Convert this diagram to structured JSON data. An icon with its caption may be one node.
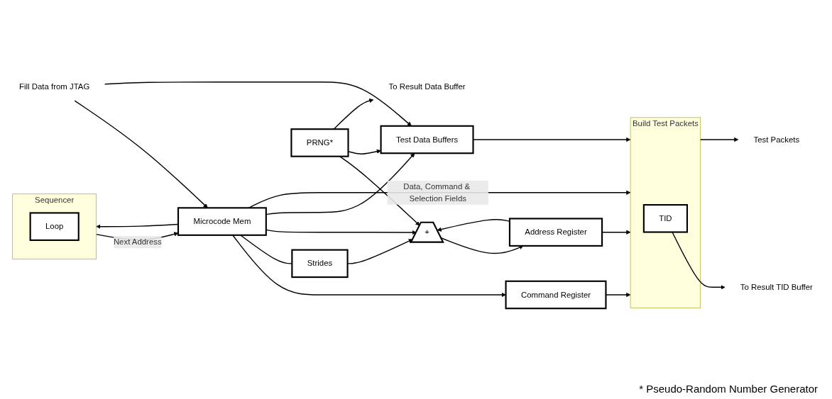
{
  "diagram": {
    "nodes": [
      {
        "text": [
          "Sequencer"
        ]
      },
      {
        "text": [
          "Loop"
        ],
        "in": 0
      },
      {
        "text": [
          "Microcode Mem"
        ]
      },
      {
        "text": [
          "Command Register"
        ]
      },
      {
        "text": [
          "Strides"
        ]
      },
      {
        "text": [
          "+"
        ]
      },
      {
        "text": [
          "Address Register"
        ]
      },
      {
        "text": [
          "Build Test Packets"
        ]
      },
      {
        "text": [
          "TID"
        ],
        "in": 7
      },
      {
        "text": [
          "Test Data Buffers"
        ]
      },
      {
        "text": [
          "PRNG*"
        ]
      },
      {
        "text": [
          "Test Packets"
        ]
      },
      {
        "text": [
          "To Result TID Buffer"
        ]
      },
      {
        "text": [
          "Fill Data from JTAG"
        ]
      },
      {
        "text": [
          "To Result Data Buffer"
        ]
      }
    ],
    "edges": [
      {
        "from": 0,
        "to": 2,
        "arrow": "to",
        "label": "Next Address"
      },
      {
        "from": 2,
        "to": 0,
        "arrow": "to"
      },
      {
        "from": 2,
        "to": 7,
        "arrow": "to",
        "label": "Data, Command & Selection Fields"
      },
      {
        "from": 2,
        "to": 3,
        "arrow": "to"
      },
      {
        "from": 3,
        "to": 7,
        "arrow": "to"
      },
      {
        "from": 2,
        "to": 4,
        "arrow": "none"
      },
      {
        "from": 4,
        "to": 5,
        "arrow": "to"
      },
      {
        "from": 2,
        "to": 5,
        "arrow": "to"
      },
      {
        "from": 2,
        "to": 9,
        "arrow": "to"
      },
      {
        "from": 5,
        "to": 6,
        "arrow": "to"
      },
      {
        "from": 6,
        "to": 5,
        "arrow": "to"
      },
      {
        "from": 6,
        "to": 7,
        "arrow": "to"
      },
      {
        "from": 10,
        "to": 5,
        "arrow": "to"
      },
      {
        "from": 10,
        "to": 9,
        "arrow": "to"
      },
      {
        "from": 10,
        "to": 14,
        "arrow": "to"
      },
      {
        "from": 13,
        "to": 2,
        "arrow": "to"
      },
      {
        "from": 13,
        "to": 9,
        "arrow": "to"
      },
      {
        "from": 9,
        "to": 7,
        "arrow": "to"
      },
      {
        "from": 7,
        "to": 11,
        "arrow": "to"
      },
      {
        "from": 8,
        "to": 12,
        "arrow": "to"
      }
    ],
    "labels": [
      "* Pseudo-Random Number Generator"
    ]
  }
}
